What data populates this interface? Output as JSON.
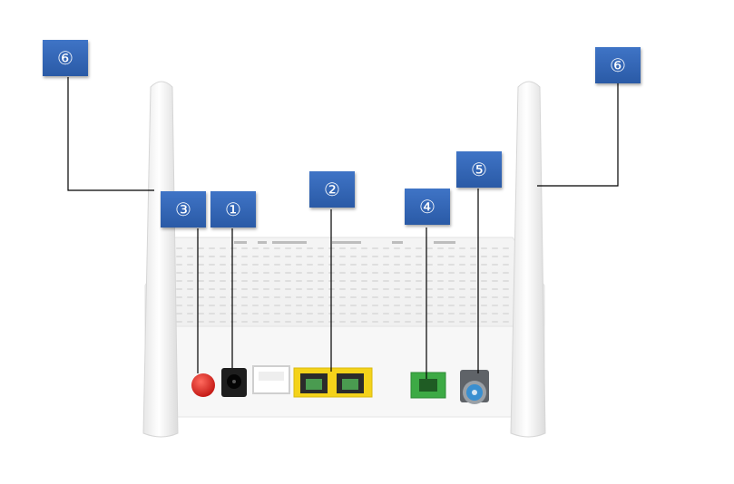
{
  "callouts": {
    "c1": "①",
    "c2": "②",
    "c3": "③",
    "c4": "④",
    "c5": "⑤",
    "c6_left": "⑥",
    "c6_right": "⑥"
  },
  "colors": {
    "callout_bg": "#2f63b3",
    "power_button": "#e0201a",
    "lan_ports": "#f4d21a",
    "pon_port": "#3daa45",
    "catv_port": "#3a8fd0"
  },
  "icons": [
    "power-button",
    "power-jack",
    "usb-port",
    "lan-port",
    "pon-port",
    "catv-connector",
    "antenna"
  ]
}
